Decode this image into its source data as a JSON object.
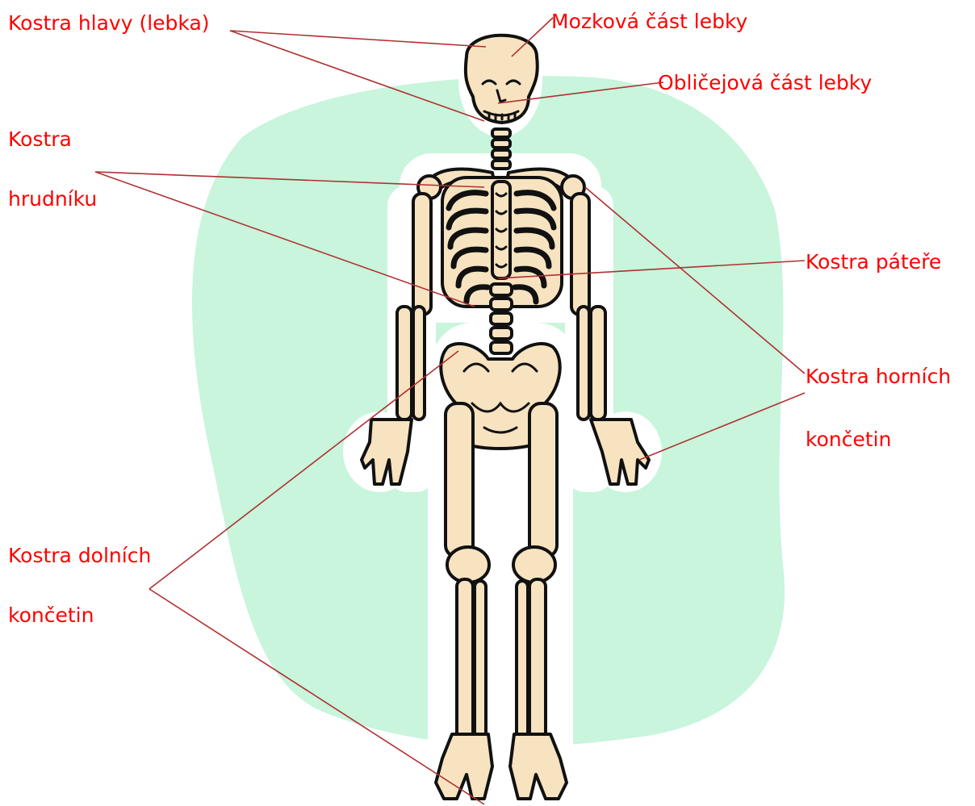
{
  "colors": {
    "label_text": "#ff0000",
    "leader_line": "#b03030",
    "background_blob": "#c8f5dc",
    "bone_fill": "#f7e3c0",
    "bone_outline": "#111111"
  },
  "labels": {
    "head_skeleton": "Kostra hlavy (lebka)",
    "cranium": "Mozková část lebky",
    "facial": "Obličejová část lebky",
    "thorax_line1": "Kostra",
    "thorax_line2": "hrudníku",
    "spine": "Kostra páteře",
    "upper_limbs_line1": "Kostra horních",
    "upper_limbs_line2": "končetin",
    "lower_limbs_line1": "Kostra dolních",
    "lower_limbs_line2": "končetin"
  }
}
